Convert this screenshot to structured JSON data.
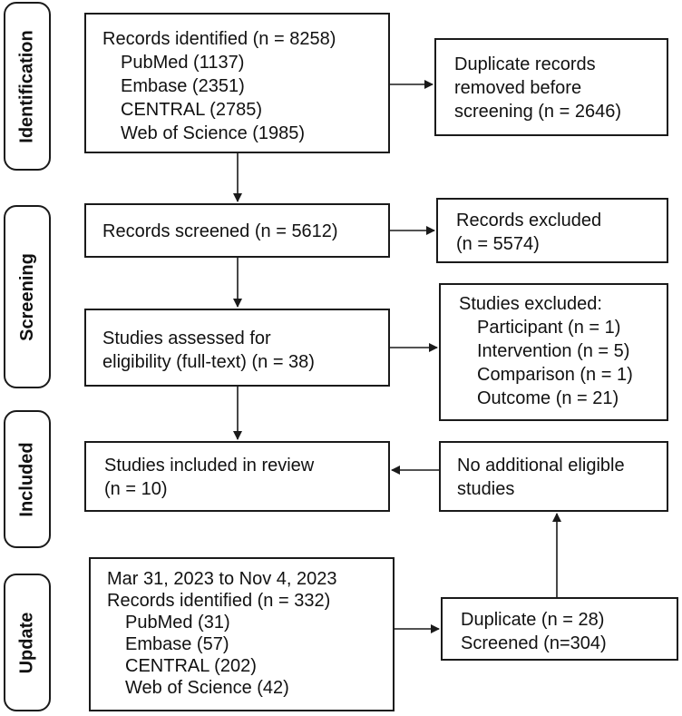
{
  "stages": [
    "Identification",
    "Screening",
    "Included",
    "Update"
  ],
  "identified": {
    "title": "Records identified (n = 8258)",
    "sources": [
      "PubMed (1137)",
      "Embase (2351)",
      "CENTRAL (2785)",
      "Web of Science (1985)"
    ]
  },
  "duplicates_removed": [
    "Duplicate records",
    "removed before",
    "screening (n = 2646)"
  ],
  "screened": "Records screened (n = 5612)",
  "records_excluded": [
    "Records excluded",
    "(n = 5574)"
  ],
  "assessed": [
    "Studies assessed for",
    "eligibility (full-text) (n = 38)"
  ],
  "studies_excluded": {
    "title": "Studies excluded:",
    "reasons": [
      "Participant (n = 1)",
      "Intervention (n = 5)",
      "Comparison (n = 1)",
      "Outcome (n = 21)"
    ]
  },
  "included": [
    "Studies included in review",
    "(n = 10)"
  ],
  "no_additional": [
    "No additional eligible",
    "studies"
  ],
  "update": {
    "date_range": "Mar 31, 2023 to Nov 4, 2023",
    "title": "Records identified (n = 332)",
    "sources": [
      "PubMed (31)",
      "Embase (57)",
      "CENTRAL (202)",
      "Web of Science (42)"
    ]
  },
  "update_result": [
    "Duplicate (n = 28)",
    "Screened (n=304)"
  ]
}
